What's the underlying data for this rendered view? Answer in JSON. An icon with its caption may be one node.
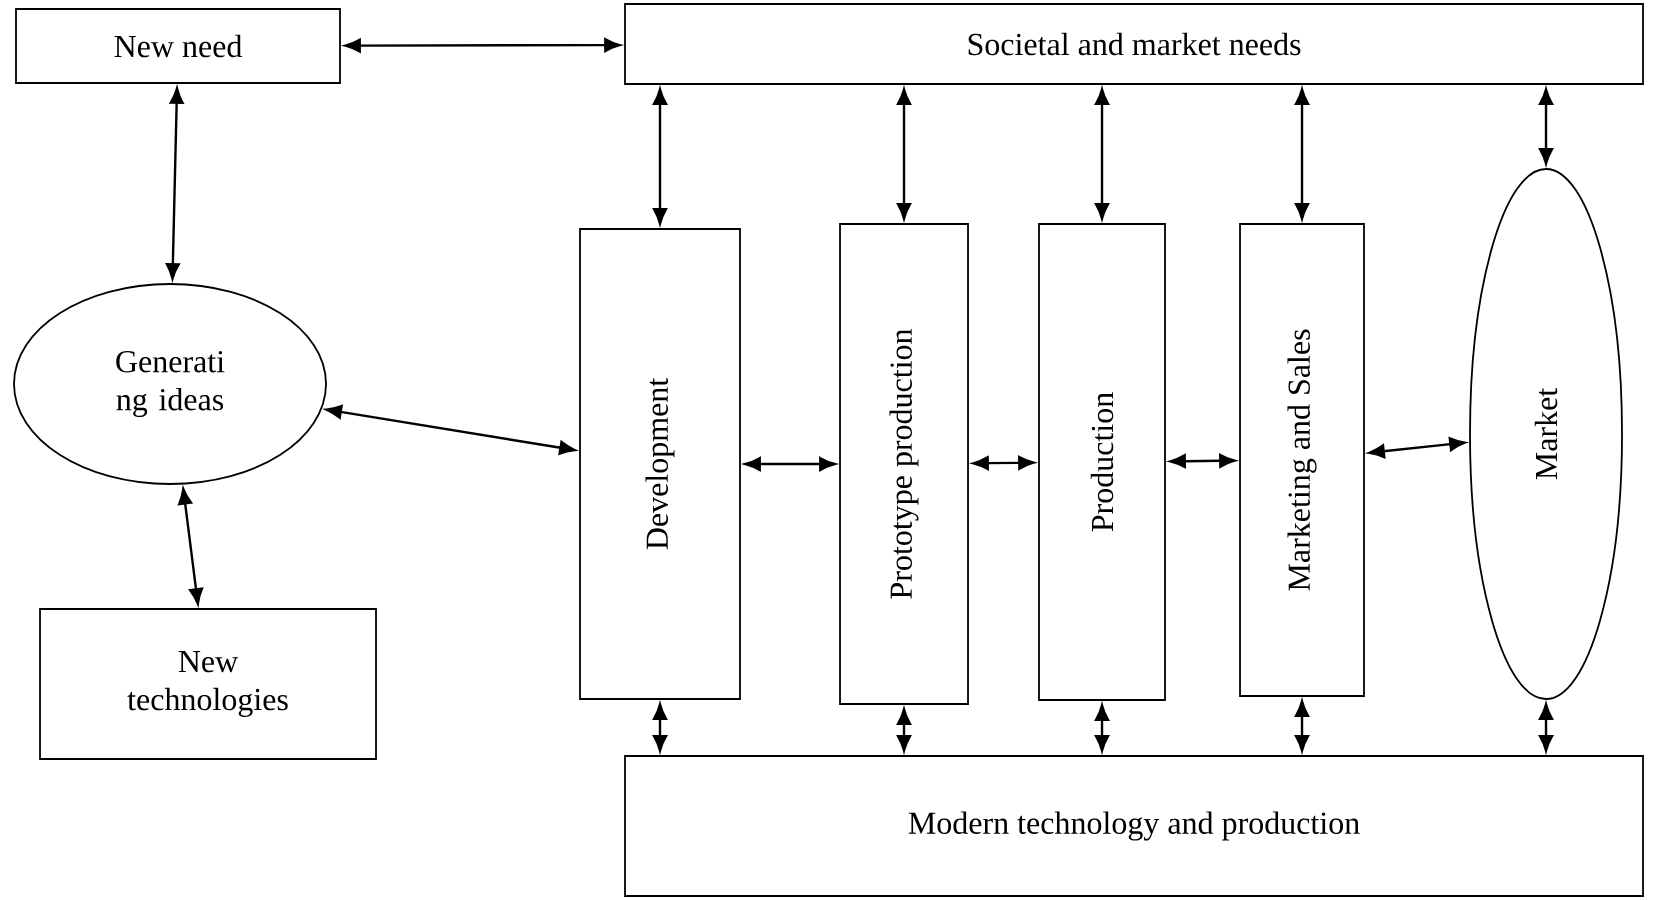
{
  "diagram": {
    "nodes": [
      {
        "text": [
          "New need"
        ]
      },
      {
        "text": [
          "Societal and market needs"
        ]
      },
      {
        "text": [
          "Generati ng ideas"
        ]
      },
      {
        "text": [
          "New technologies"
        ]
      },
      {
        "text": [
          "Development"
        ]
      },
      {
        "text": [
          "Prototype production"
        ]
      },
      {
        "text": [
          "Production"
        ]
      },
      {
        "text": [
          "Marketing and Sales"
        ]
      },
      {
        "text": [
          "Market"
        ]
      },
      {
        "text": [
          "Modern technology and production"
        ]
      }
    ],
    "edges": [
      {
        "from": 0,
        "to": 1,
        "arrow": "both"
      },
      {
        "from": 0,
        "to": 2,
        "arrow": "both"
      },
      {
        "from": 2,
        "to": 3,
        "arrow": "both"
      },
      {
        "from": 2,
        "to": 4,
        "arrow": "both"
      },
      {
        "from": 4,
        "to": 5,
        "arrow": "both"
      },
      {
        "from": 5,
        "to": 6,
        "arrow": "both"
      },
      {
        "from": 6,
        "to": 7,
        "arrow": "both"
      },
      {
        "from": 7,
        "to": 8,
        "arrow": "both"
      },
      {
        "from": 1,
        "to": 4,
        "arrow": "both"
      },
      {
        "from": 1,
        "to": 5,
        "arrow": "both"
      },
      {
        "from": 1,
        "to": 6,
        "arrow": "both"
      },
      {
        "from": 1,
        "to": 7,
        "arrow": "both"
      },
      {
        "from": 1,
        "to": 8,
        "arrow": "both"
      },
      {
        "from": 4,
        "to": 9,
        "arrow": "both"
      },
      {
        "from": 5,
        "to": 9,
        "arrow": "both"
      },
      {
        "from": 6,
        "to": 9,
        "arrow": "both"
      },
      {
        "from": 7,
        "to": 9,
        "arrow": "both"
      },
      {
        "from": 8,
        "to": 9,
        "arrow": "both"
      }
    ]
  }
}
